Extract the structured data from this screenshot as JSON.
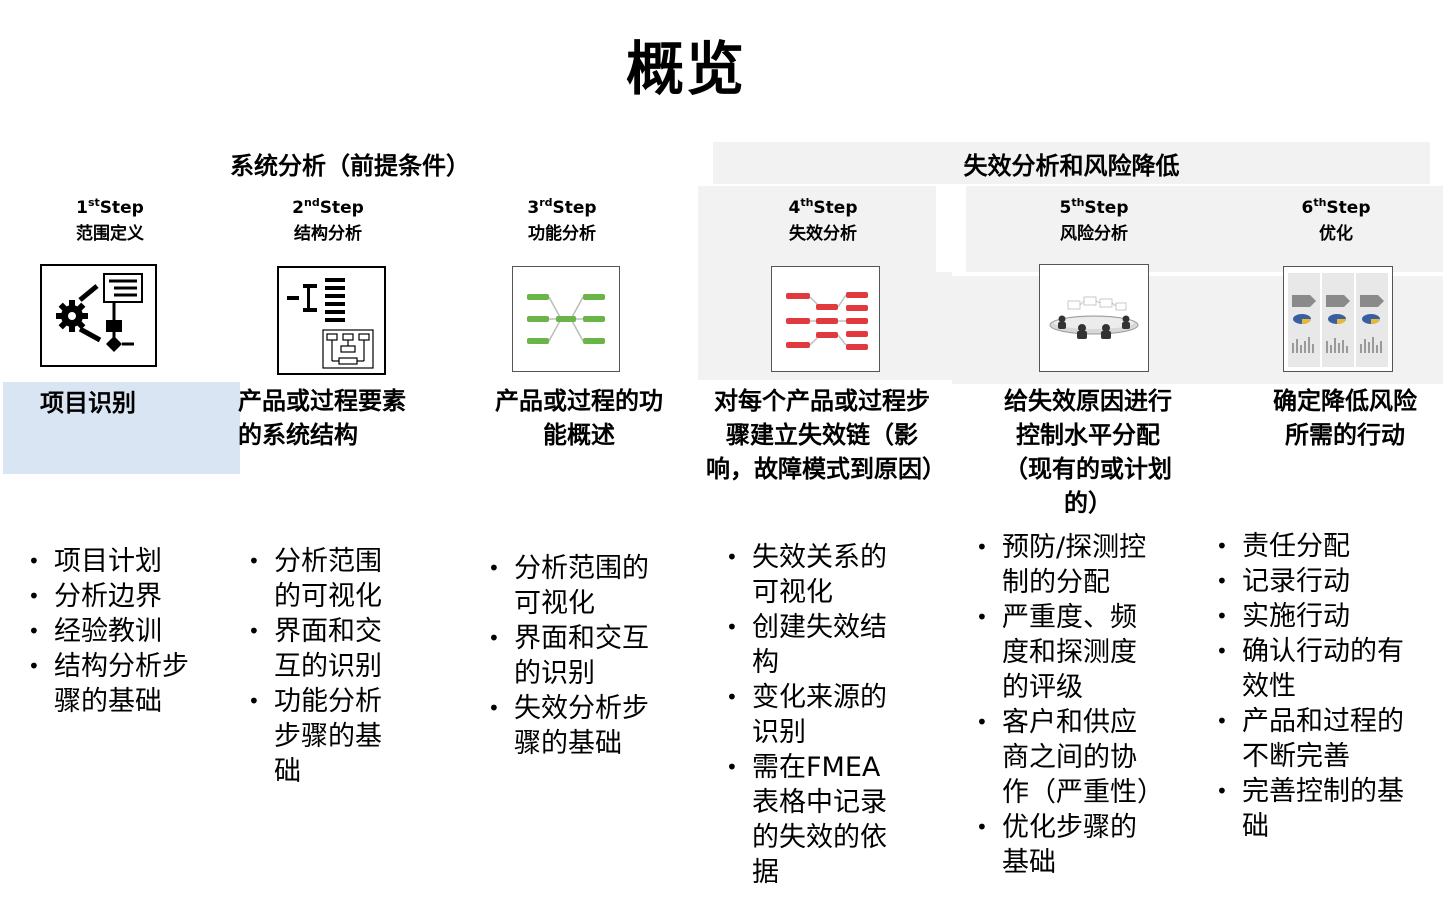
{
  "title": "概览",
  "groups": {
    "left": "系统分析（前提条件）",
    "right": "失效分析和风险降低"
  },
  "step_word": "Step",
  "steps": [
    {
      "num": "1",
      "ord": "st",
      "name": "范围定义",
      "icon": "gear-flowchart-icon",
      "desc": "项目识别",
      "bullets": [
        "项目计划",
        "分析边界",
        "经验教训",
        "结构分析步骤的基础"
      ]
    },
    {
      "num": "2",
      "ord": "nd",
      "name": "结构分析",
      "icon": "structure-tree-icon",
      "desc": "产品或过程要素的系统结构",
      "bullets": [
        "分析范围的可视化",
        "界面和交互的识别",
        "功能分析步骤的基础"
      ]
    },
    {
      "num": "3",
      "ord": "rd",
      "name": "功能分析",
      "icon": "function-tree-icon",
      "desc": "产品或过程的功能概述",
      "bullets": [
        "分析范围的可视化",
        "界面和交互的识别",
        "失效分析步骤的基础"
      ]
    },
    {
      "num": "4",
      "ord": "th",
      "name": "失效分析",
      "icon": "failure-chain-icon",
      "desc": "对每个产品或过程步骤建立失效链（影响，故障模式到原因）",
      "bullets": [
        "失效关系的可视化",
        "创建失效结构",
        "变化来源的识别",
        "需在FMEA表格中记录的失效的依据"
      ]
    },
    {
      "num": "5",
      "ord": "th",
      "name": "风险分析",
      "icon": "team-meeting-icon",
      "desc": "给失效原因进行控制水平分配（现有的或计划的）",
      "bullets": [
        "预防/探测控制的分配",
        "严重度、频度和探测度的评级",
        "客户和供应商之间的协作（严重性）",
        "优化步骤的基础"
      ]
    },
    {
      "num": "6",
      "ord": "th",
      "name": "优化",
      "icon": "improvement-charts-icon",
      "desc": "确定降低风险所需的行动",
      "bullets": [
        "责任分配",
        "记录行动",
        "实施行动",
        "确认行动的有效性",
        "产品和过程的不断完善",
        "完善控制的基础"
      ]
    }
  ]
}
